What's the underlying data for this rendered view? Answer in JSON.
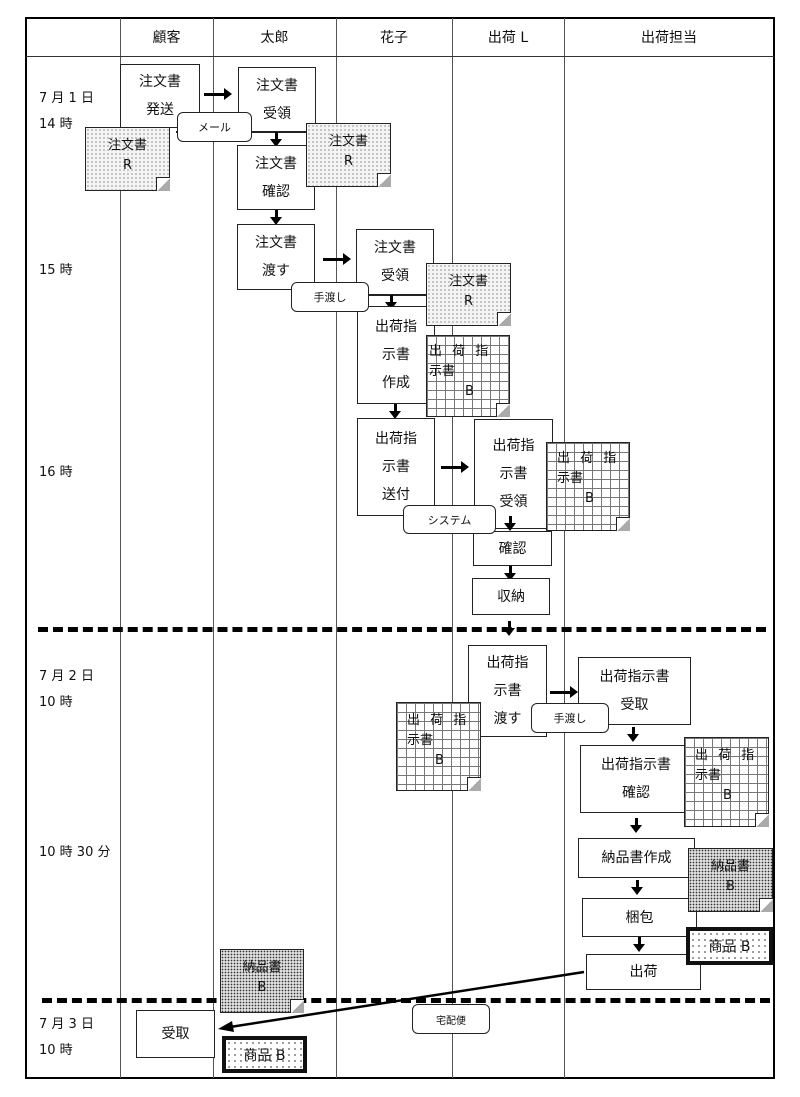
{
  "columns": [
    "顧客",
    "太郎",
    "花子",
    "出荷 L",
    "出荷担当"
  ],
  "times": {
    "d1_date": "7 月 1 日",
    "t14": "14 時",
    "t15": "15 時",
    "t16": "16 時",
    "d2_date": "7 月 2 日",
    "t10": "10 時",
    "t1030": "10 時 30 分",
    "d3_date": "7 月 3 日",
    "t10b": "10 時"
  },
  "steps": {
    "send_order": [
      "注文書",
      "発送"
    ],
    "receive_order_taro": [
      "注文書",
      "受領"
    ],
    "confirm_order": [
      "注文書",
      "確認"
    ],
    "hand_order": [
      "注文書",
      "渡す"
    ],
    "receive_order_hanako": [
      "注文書",
      "受領"
    ],
    "create_instruction": [
      "出荷指",
      "示書",
      "作成"
    ],
    "send_instruction": [
      "出荷指",
      "示書",
      "送付"
    ],
    "receive_instruction": [
      "出荷指",
      "示書",
      "受領"
    ],
    "confirm": [
      "確認"
    ],
    "store": [
      "収納"
    ],
    "hand_instruction": [
      "出荷指",
      "示書",
      "渡す"
    ],
    "receive_instruction_staff": [
      "出荷指示書",
      "受取"
    ],
    "confirm_instruction_staff": [
      "出荷指示書",
      "確認"
    ],
    "create_delivery_note": [
      "納品書作成"
    ],
    "pack": [
      "梱包"
    ],
    "ship": [
      "出荷"
    ],
    "customer_receive": [
      "受取"
    ]
  },
  "media": {
    "mail": "メール",
    "hand1": "手渡し",
    "system": "システム",
    "hand2": "手渡し",
    "courier": "宅配便"
  },
  "documents": {
    "order_r": [
      "注文書",
      "R"
    ],
    "instruction_b": [
      "出 荷 指",
      "示書",
      "B"
    ],
    "delivery_note_b": [
      "納品書",
      "B"
    ],
    "goods_b": "商品 B"
  }
}
